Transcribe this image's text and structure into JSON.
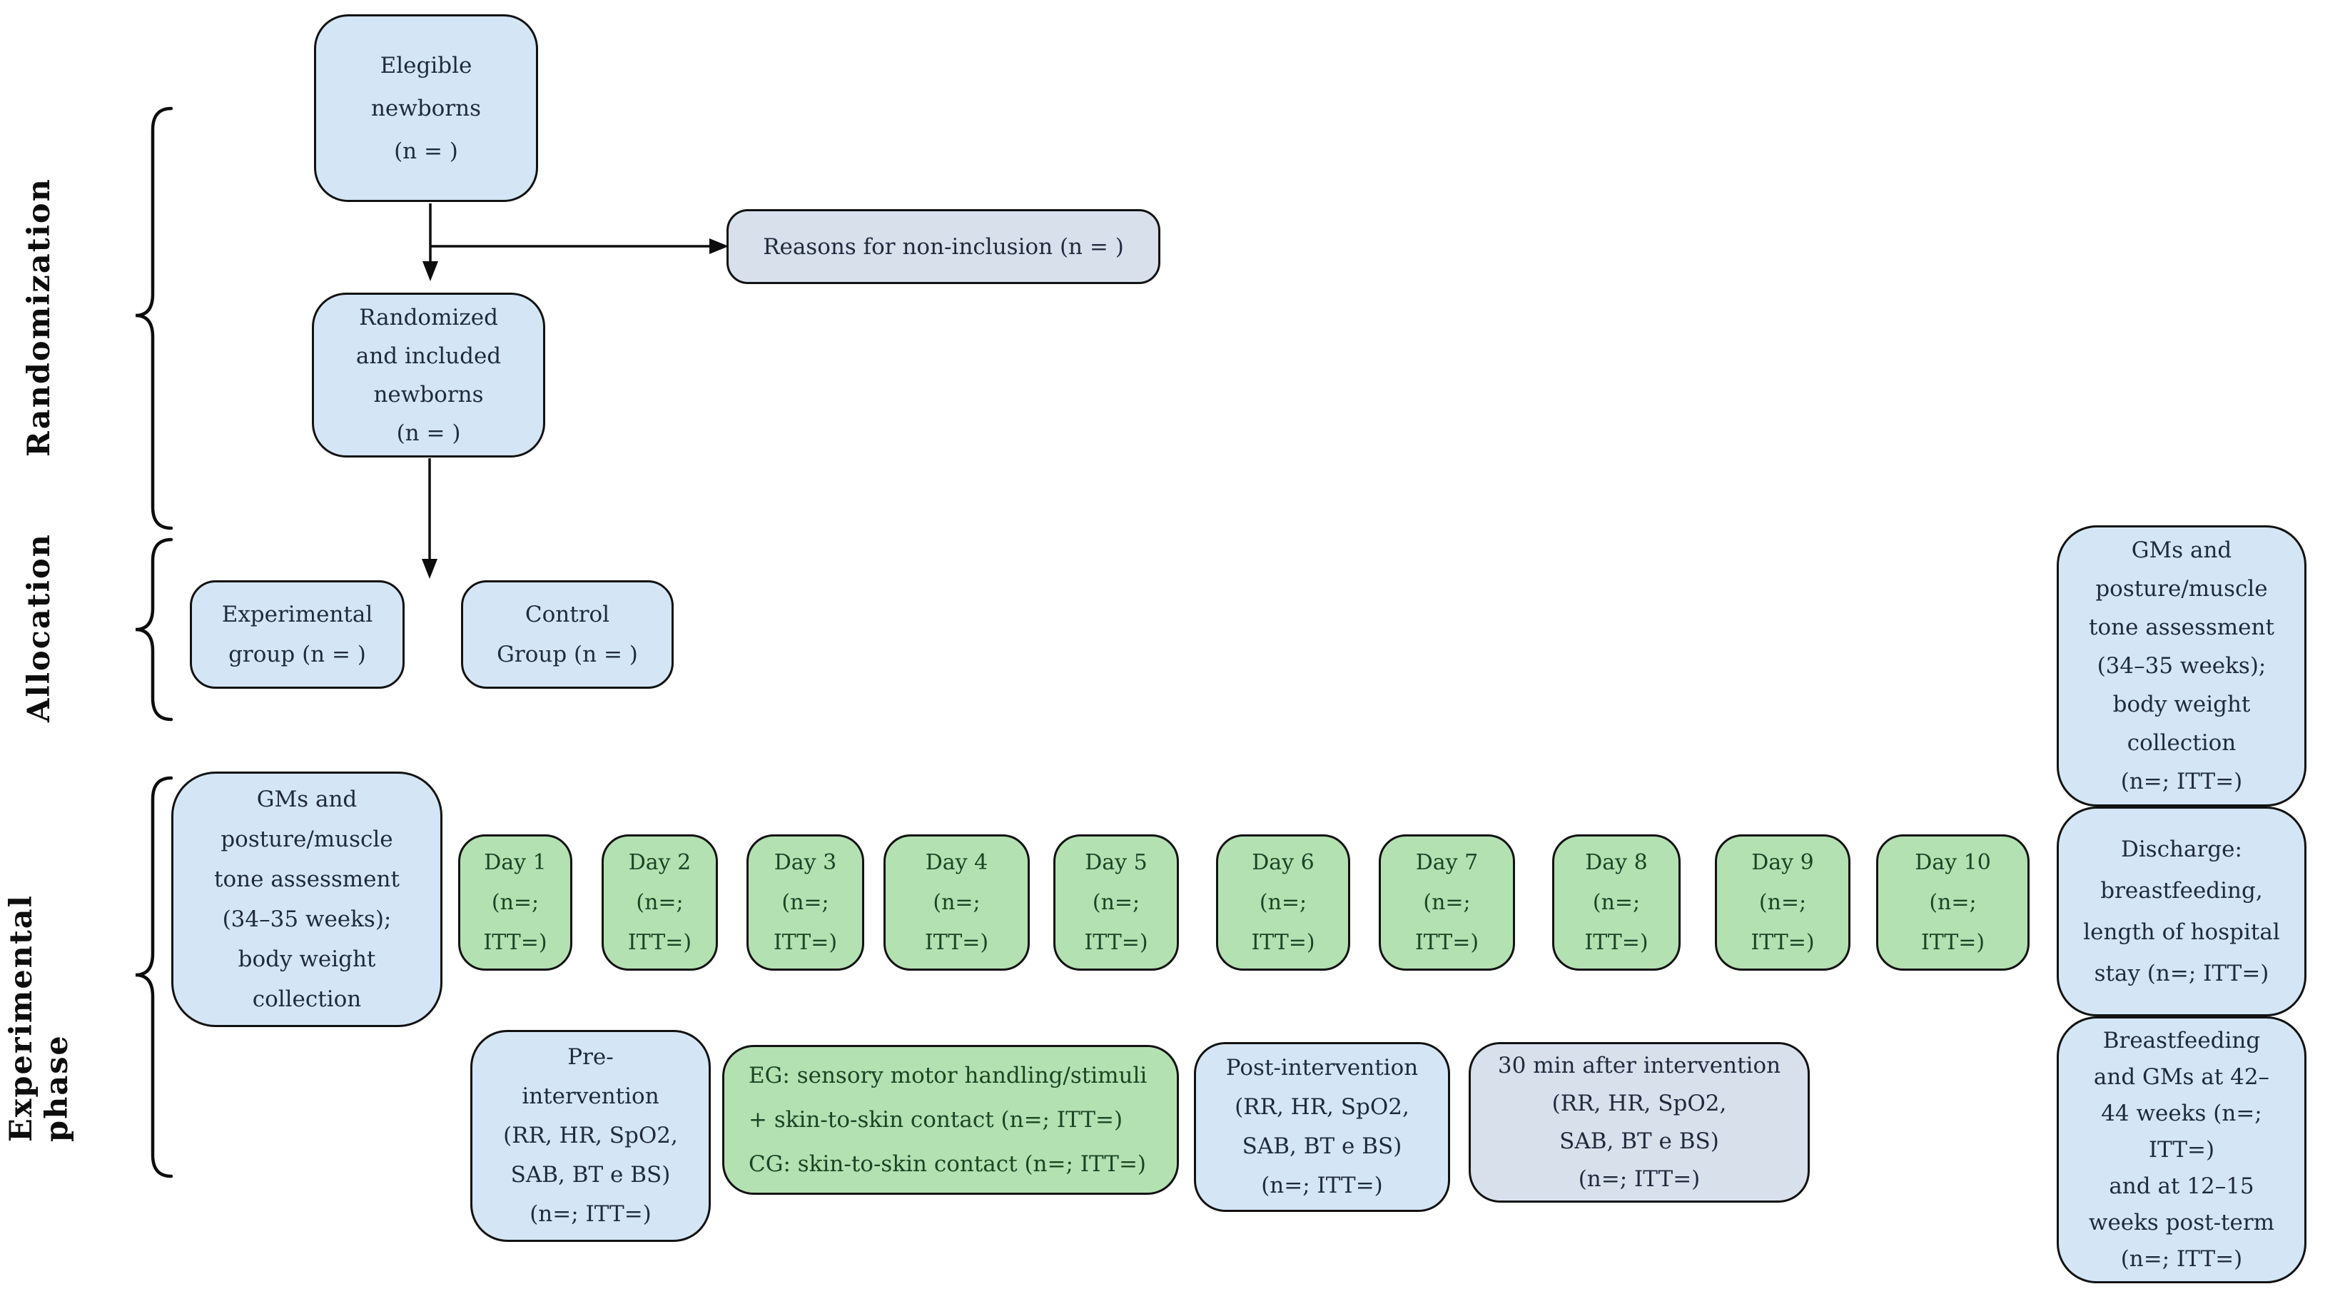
{
  "colors": {
    "background": "#ffffff",
    "blue_box_fill": "#d4e6f5",
    "gray_blue_box_fill": "#d8e0ec",
    "green_box_fill": "#b4e1b2",
    "blue_box_text": "#1f2a3d",
    "green_box_text": "#1c4424",
    "line_color": "#0d0d0d"
  },
  "side_labels": [
    {
      "label": "Randomization"
    },
    {
      "label": "Allocation"
    },
    {
      "label": "Experimental phase"
    }
  ],
  "boxes": {
    "eligible": {
      "text": "Elegible\nnewborns\n(n = )"
    },
    "reasons": {
      "text": "Reasons for non-inclusion (n = )"
    },
    "randomized": {
      "text": "Randomized\nand included\nnewborns\n(n = )"
    },
    "experimental_group": {
      "text": "Experimental\ngroup (n = )"
    },
    "control_group": {
      "text": "Control\nGroup (n = )"
    },
    "gms_baseline": {
      "text": "GMs and\nposture/muscle\ntone assessment\n(34–35 weeks);\nbody weight\ncollection"
    },
    "pre_intervention": {
      "text": "Pre-\nintervention\n(RR, HR, SpO2,\nSAB, BT e BS)\n(n=; ITT=)"
    },
    "intervention": {
      "text": "EG: sensory motor handling/stimuli\n+ skin-to-skin contact (n=; ITT=)\nCG: skin-to-skin contact (n=; ITT=)"
    },
    "post_intervention": {
      "text": "Post-intervention\n(RR, HR, SpO2,\nSAB, BT e BS)\n(n=; ITT=)"
    },
    "thirty_min_after": {
      "text": "30 min after intervention\n(RR, HR, SpO2,\nSAB, BT e BS)\n(n=; ITT=)"
    },
    "gms_outcome": {
      "text": "GMs and\nposture/muscle\ntone assessment\n(34–35 weeks);\nbody weight\ncollection\n(n=; ITT=)"
    },
    "discharge": {
      "text": "Discharge:\nbreastfeeding,\nlength of hospital\nstay (n=; ITT=)"
    },
    "followup": {
      "text": "Breastfeeding\nand GMs at 42–\n44 weeks (n=;\nITT=)\nand at 12–15\nweeks post-term\n(n=; ITT=)"
    }
  },
  "days": [
    {
      "text": "Day 1\n(n=;\nITT=)"
    },
    {
      "text": "Day 2\n(n=;\nITT=)"
    },
    {
      "text": "Day 3\n(n=;\nITT=)"
    },
    {
      "text": "Day 4\n(n=;\nITT=)"
    },
    {
      "text": "Day 5\n(n=;\nITT=)"
    },
    {
      "text": "Day 6\n(n=;\nITT=)"
    },
    {
      "text": "Day 7\n(n=;\nITT=)"
    },
    {
      "text": "Day 8\n(n=;\nITT=)"
    },
    {
      "text": "Day 9\n(n=;\nITT=)"
    },
    {
      "text": "Day 10\n(n=;\nITT=)"
    }
  ]
}
